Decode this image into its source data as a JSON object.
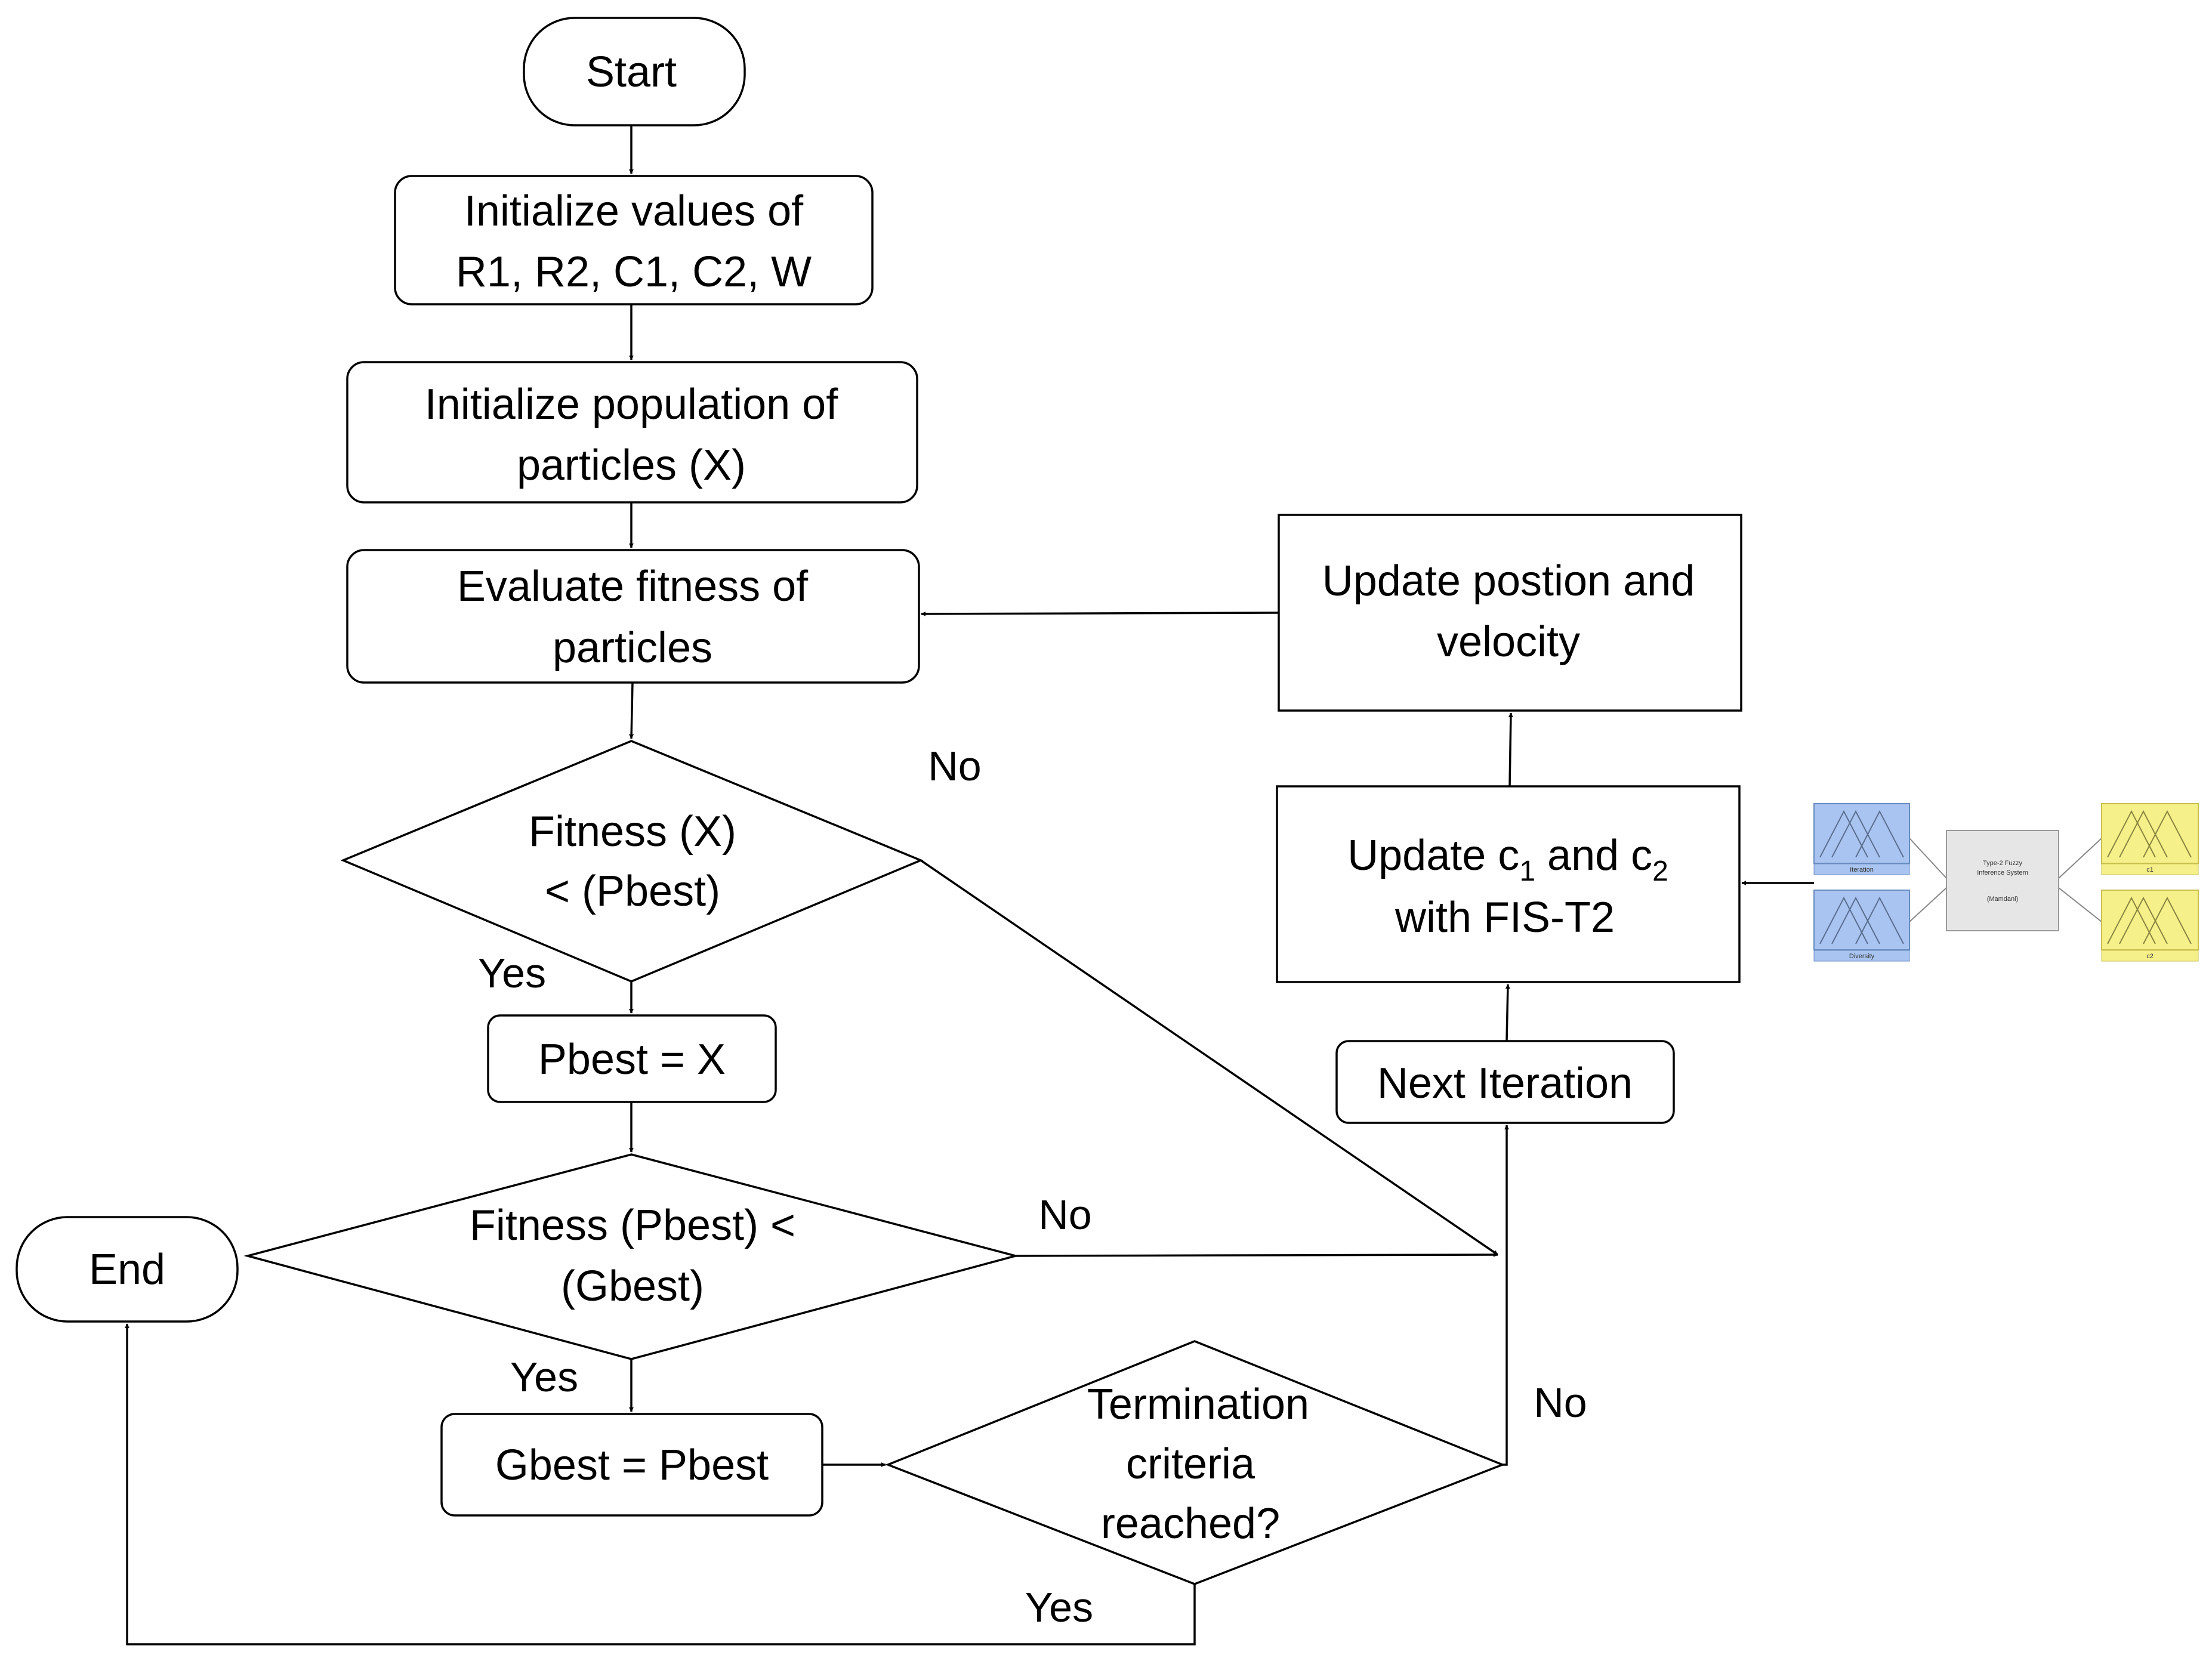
{
  "nodes": {
    "start": "Start",
    "init_values": [
      "Initialize values of",
      "R1, R2, C1, C2, W"
    ],
    "init_population": [
      "Initialize population of",
      "particles (X)"
    ],
    "evaluate": [
      "Evaluate fitness of",
      "particles"
    ],
    "decision_fitness_x": [
      "Fitness (X)",
      "< (Pbest)"
    ],
    "pbest_assign": "Pbest = X",
    "decision_fitness_pbest": [
      "Fitness (Pbest) <",
      "(Gbest)"
    ],
    "gbest_assign": "Gbest = Pbest",
    "decision_termination": [
      "Termination",
      "criteria",
      "reached?"
    ],
    "end": "End",
    "next_iteration": "Next Iteration",
    "update_c": {
      "line1_a": "Update c",
      "line1_sub1": "1",
      "line1_b": " and c",
      "line1_sub2": "2",
      "line2": "with FIS-T2"
    },
    "update_position": [
      "Update postion and",
      "velocity"
    ]
  },
  "edge_labels": {
    "fitness_x_no": "No",
    "fitness_x_yes": "Yes",
    "fitness_pbest_no": "No",
    "fitness_pbest_yes": "Yes",
    "termination_no": "No",
    "termination_yes": "Yes"
  },
  "fis_inset": {
    "inputs": [
      "Iteration",
      "Diversity"
    ],
    "system": [
      "Type-2 Fuzzy",
      "Inference System",
      "(Mamdani)"
    ],
    "outputs": [
      "c1",
      "c2"
    ],
    "colors": {
      "input": "#a9c4f0",
      "output": "#f6f08a",
      "system": "#e6e6e6"
    }
  }
}
